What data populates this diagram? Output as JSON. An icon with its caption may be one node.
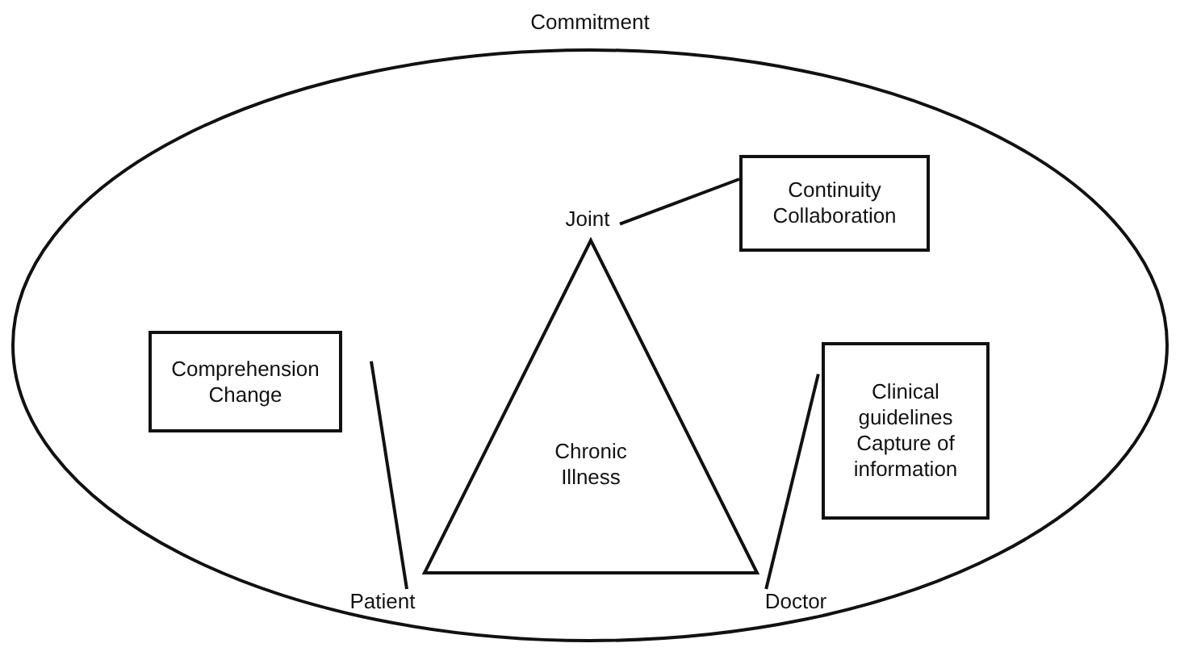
{
  "diagram": {
    "nodes": [
      {
        "text": [
          "Commitment"
        ]
      },
      {
        "text": [
          "Joint"
        ],
        "in": 0
      },
      {
        "text": [
          "Continuity Collaboration"
        ],
        "in": 0
      },
      {
        "text": [
          "Comprehension Change"
        ],
        "in": 0
      },
      {
        "text": [
          "Chronic Illness"
        ],
        "in": 0
      },
      {
        "text": [
          "Clinical guidelines Capture of information"
        ],
        "in": 0
      },
      {
        "text": [
          "Patient"
        ],
        "in": 0
      },
      {
        "text": [
          "Doctor"
        ],
        "in": 0
      }
    ],
    "edges": [
      {
        "from": 1,
        "to": 2,
        "arrow": "none"
      },
      {
        "from": 3,
        "to": 6,
        "arrow": "none"
      },
      {
        "from": 5,
        "to": 7,
        "arrow": "none"
      }
    ]
  }
}
